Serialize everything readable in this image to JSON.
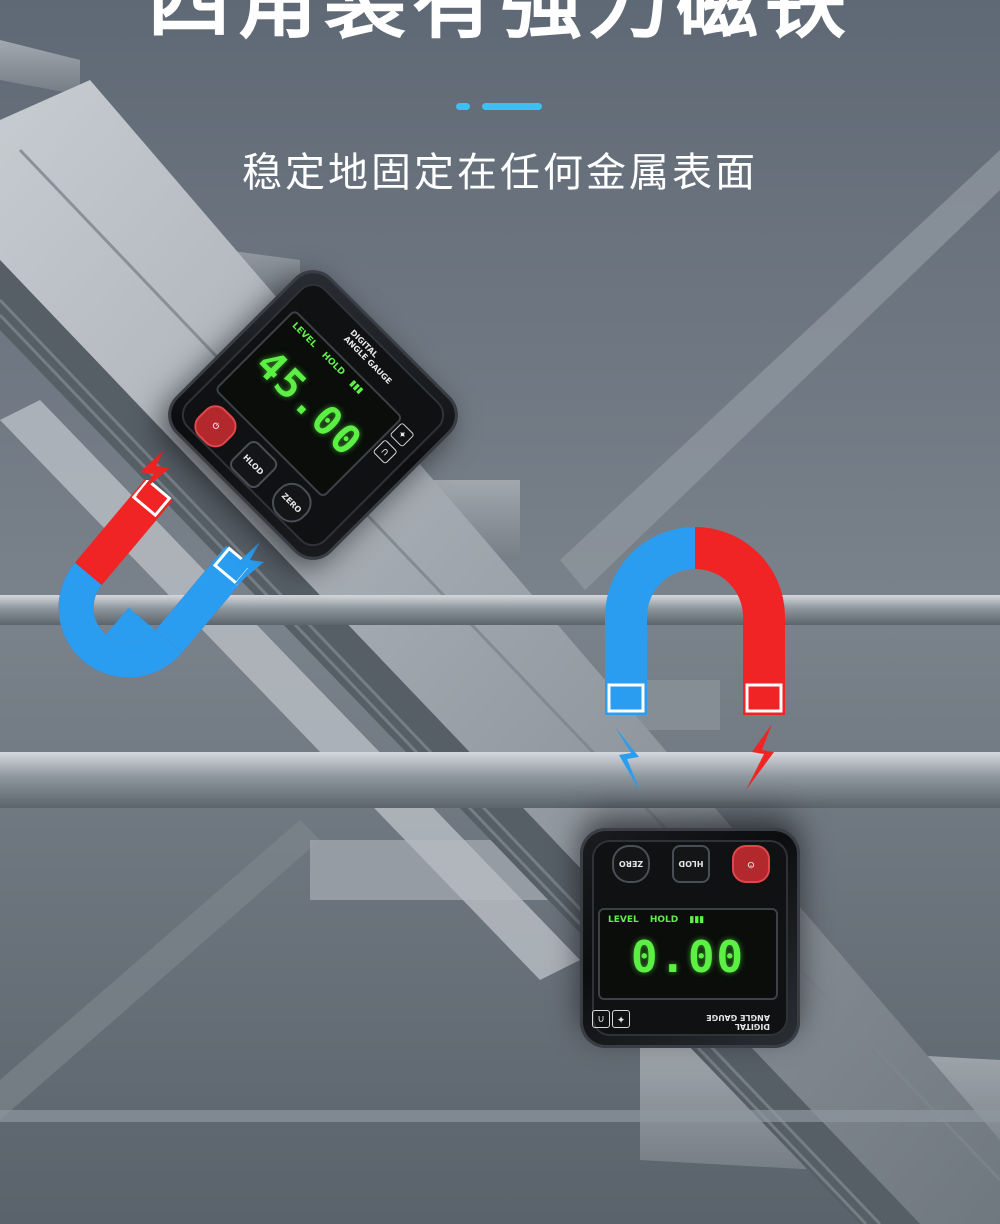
{
  "headline": "四角装有强力磁铁",
  "subtitle": "稳定地固定在任何金属表面",
  "colors": {
    "dash_short": "#3cc0ef",
    "dash_long": "#3cc0ef",
    "magnet_red": "#f02424",
    "magnet_blue": "#2a9df0",
    "lcd_green": "#5cf044",
    "background": "#69737f"
  },
  "gauge_top": {
    "brand_line1": "DIGITAL",
    "brand_line2": "ANGLE GAUGE",
    "level_label": "LEVEL",
    "hold_label": "HOLD",
    "reading": "45.00",
    "button_hold": "HLOD",
    "button_zero": "ZERO",
    "icons": [
      "power-icon",
      "calibrate-icon",
      "magnet-icon"
    ]
  },
  "gauge_bottom": {
    "brand_line1": "DIGITAL",
    "brand_line2": "ANGLE GAUGE",
    "level_label": "LEVEL",
    "hold_label": "HOLD",
    "reading": "0.00",
    "button_hold": "HLOD",
    "button_zero": "ZERO",
    "icons": [
      "power-icon",
      "calibrate-icon",
      "magnet-icon"
    ]
  }
}
